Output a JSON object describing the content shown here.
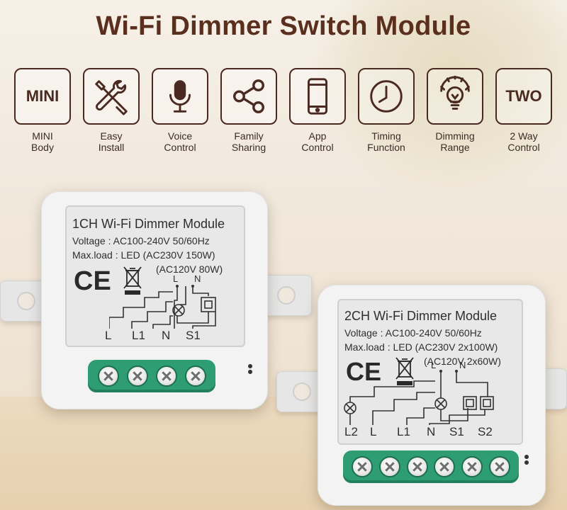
{
  "title": "Wi-Fi Dimmer Switch Module",
  "features": [
    {
      "box_text": "MINI",
      "icon": "",
      "lines": [
        "MINI",
        "Body"
      ]
    },
    {
      "box_text": "",
      "icon": "tools-icon",
      "lines": [
        "Easy",
        "Install"
      ]
    },
    {
      "box_text": "",
      "icon": "microphone-icon",
      "lines": [
        "Voice",
        "Control"
      ]
    },
    {
      "box_text": "",
      "icon": "share-icon",
      "lines": [
        "Family",
        "Sharing"
      ]
    },
    {
      "box_text": "",
      "icon": "smartphone-icon",
      "lines": [
        "App",
        "Control"
      ]
    },
    {
      "box_text": "",
      "icon": "clock-icon",
      "lines": [
        "Timing",
        "Function"
      ]
    },
    {
      "box_text": "",
      "icon": "lightbulb-icon",
      "lines": [
        "Dimming",
        "Range"
      ]
    },
    {
      "box_text": "TWO",
      "icon": "",
      "lines": [
        "2 Way",
        "Control"
      ]
    }
  ],
  "module_1ch": {
    "title": "1CH Wi-Fi Dimmer Module",
    "voltage": "Voltage : AC100-240V 50/60Hz",
    "maxload": "Max.load : LED (AC230V 150W)",
    "maxload2": "(AC120V 80W)",
    "ce": "CE",
    "wiring_top": [
      "L",
      "N"
    ],
    "terminal_labels": [
      "L",
      "L1",
      "N",
      "S1"
    ]
  },
  "module_2ch": {
    "title": "2CH Wi-Fi Dimmer Module",
    "voltage": "Voltage : AC100-240V 50/60Hz",
    "maxload": "Max.load : LED (AC230V 2x100W)",
    "maxload2": "(AC120V 2x60W)",
    "ce": "CE",
    "wiring_top": [
      "L",
      "N"
    ],
    "terminal_labels": [
      "L2",
      "L",
      "L1",
      "N",
      "S1",
      "S2"
    ]
  },
  "colors": {
    "title": "#5a2f1d",
    "icon_stroke": "#4a2a20",
    "terminal_green": "#2f9d74"
  }
}
